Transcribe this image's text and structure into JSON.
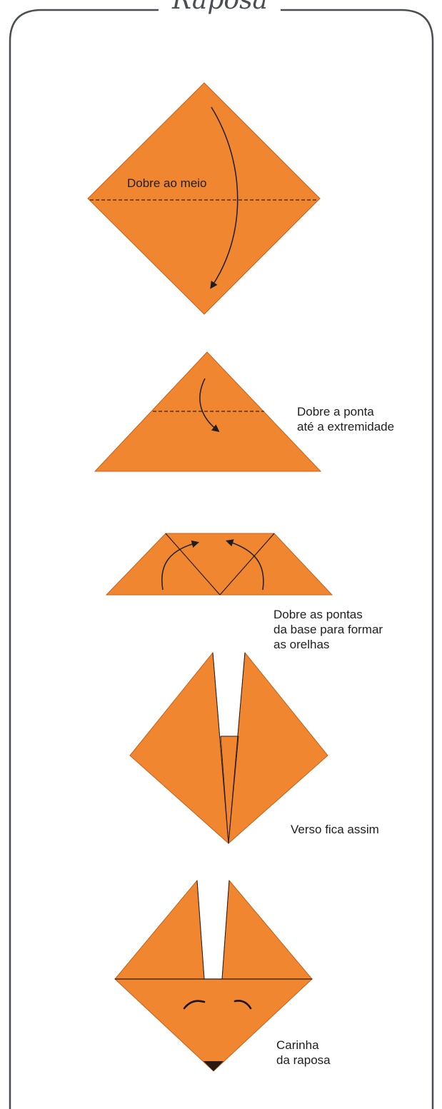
{
  "title": "Raposa",
  "colors": {
    "paper": "#f0862f",
    "edge": "#c4611c",
    "frame": "#4a4d52",
    "ink": "#1e1e1e",
    "nose": "#2a1a12"
  },
  "steps": [
    {
      "lines": [
        "Dobre ao meio"
      ]
    },
    {
      "lines": [
        "Dobre a ponta",
        "até a extremidade"
      ]
    },
    {
      "lines": [
        "Dobre as pontas",
        "da base para formar",
        "as orelhas"
      ]
    },
    {
      "lines": [
        "Verso fica assim"
      ]
    },
    {
      "lines": [
        "Carinha",
        "da raposa"
      ]
    }
  ]
}
